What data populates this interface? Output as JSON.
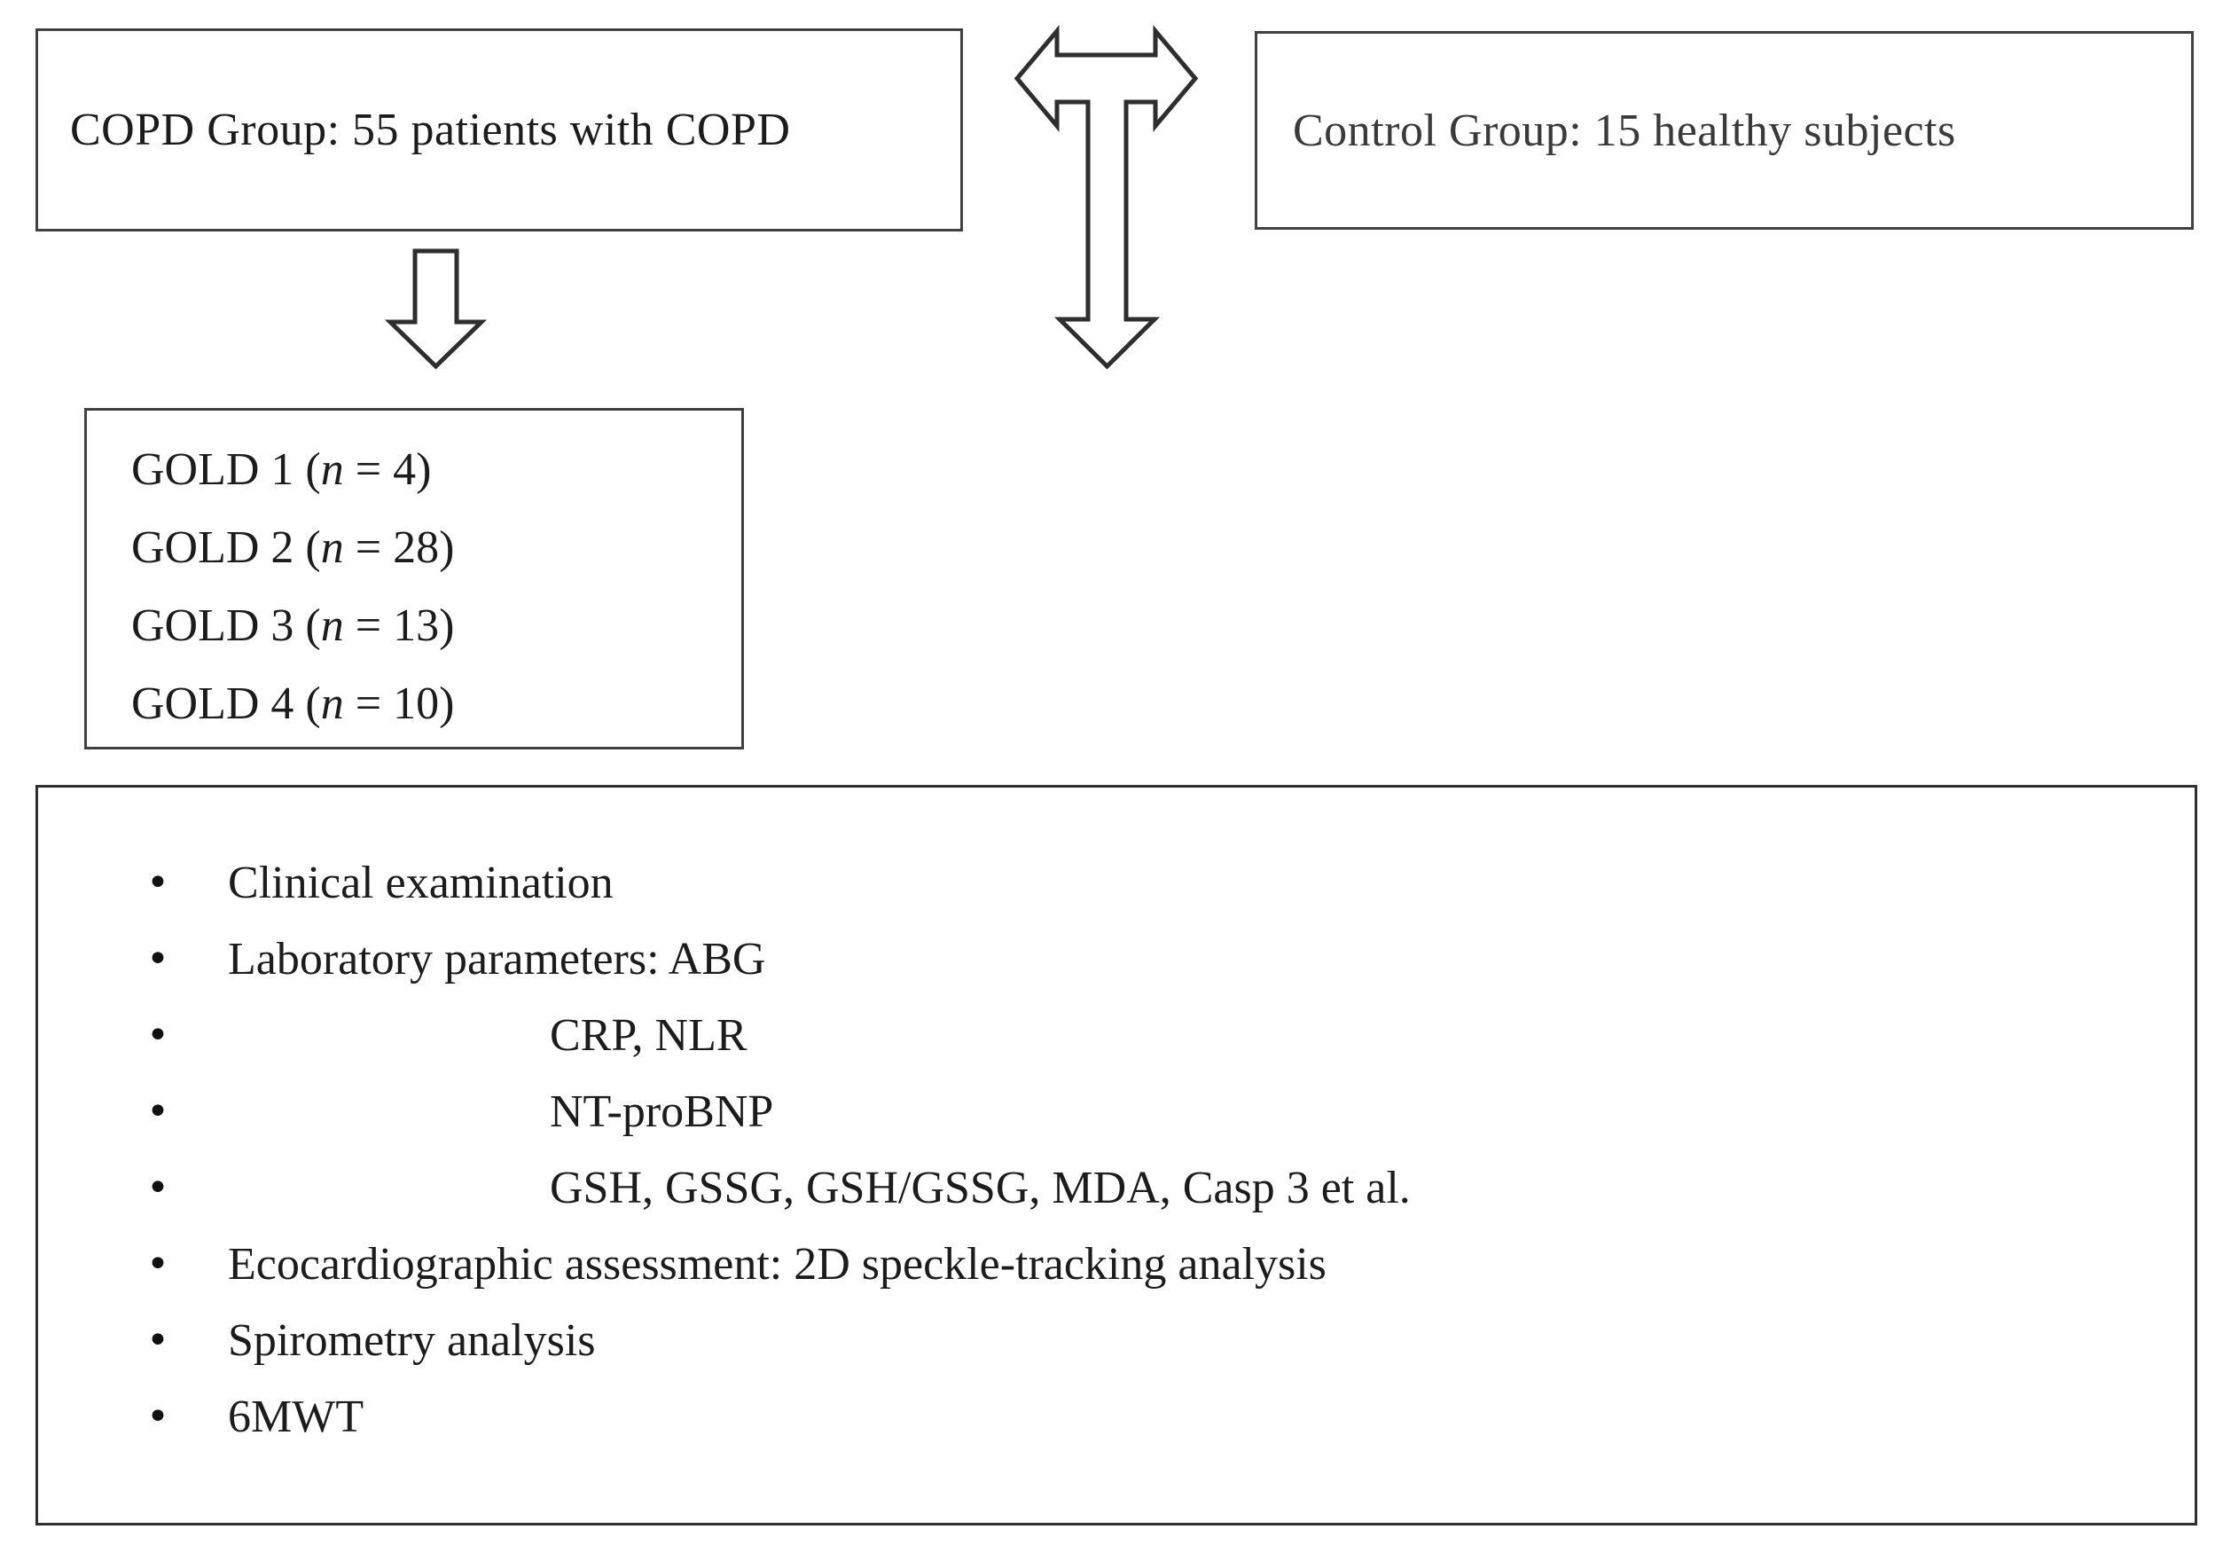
{
  "figure": {
    "colors": {
      "background": "#ffffff",
      "text": "#1c1c1c",
      "border": "#414141"
    },
    "copd_box": {
      "label": "COPD Group: 55 patients with COPD"
    },
    "control_box": {
      "label": "Control Group: 15 healthy subjects"
    },
    "icons": {
      "branch_arrow": "left-right-down-arrow",
      "down_arrow": "down-arrow"
    },
    "gold_box": {
      "items": [
        {
          "prefix": "GOLD 1 (",
          "n": "n",
          "suffix": " = 4)"
        },
        {
          "prefix": "GOLD 2 (",
          "n": "n",
          "suffix": " = 28)"
        },
        {
          "prefix": "GOLD 3 (",
          "n": "n",
          "suffix": " = 13)"
        },
        {
          "prefix": "GOLD 4 (",
          "n": "n",
          "suffix": " = 10)"
        }
      ]
    },
    "assessment_box": {
      "bullet": "•",
      "items": [
        {
          "text": "Clinical examination",
          "indent": "main"
        },
        {
          "text": "Laboratory parameters: ABG",
          "indent": "main"
        },
        {
          "text": "CRP, NLR",
          "indent": "sub"
        },
        {
          "text": "NT-proBNP",
          "indent": "sub"
        },
        {
          "text": "GSH, GSSG, GSH/GSSG, MDA, Casp 3 et al.",
          "indent": "sub"
        },
        {
          "text": "Ecocardiographic assessment: 2D speckle-tracking analysis",
          "indent": "main"
        },
        {
          "text": "Spirometry analysis",
          "indent": "main"
        },
        {
          "text": "6MWT",
          "indent": "main"
        }
      ]
    }
  }
}
